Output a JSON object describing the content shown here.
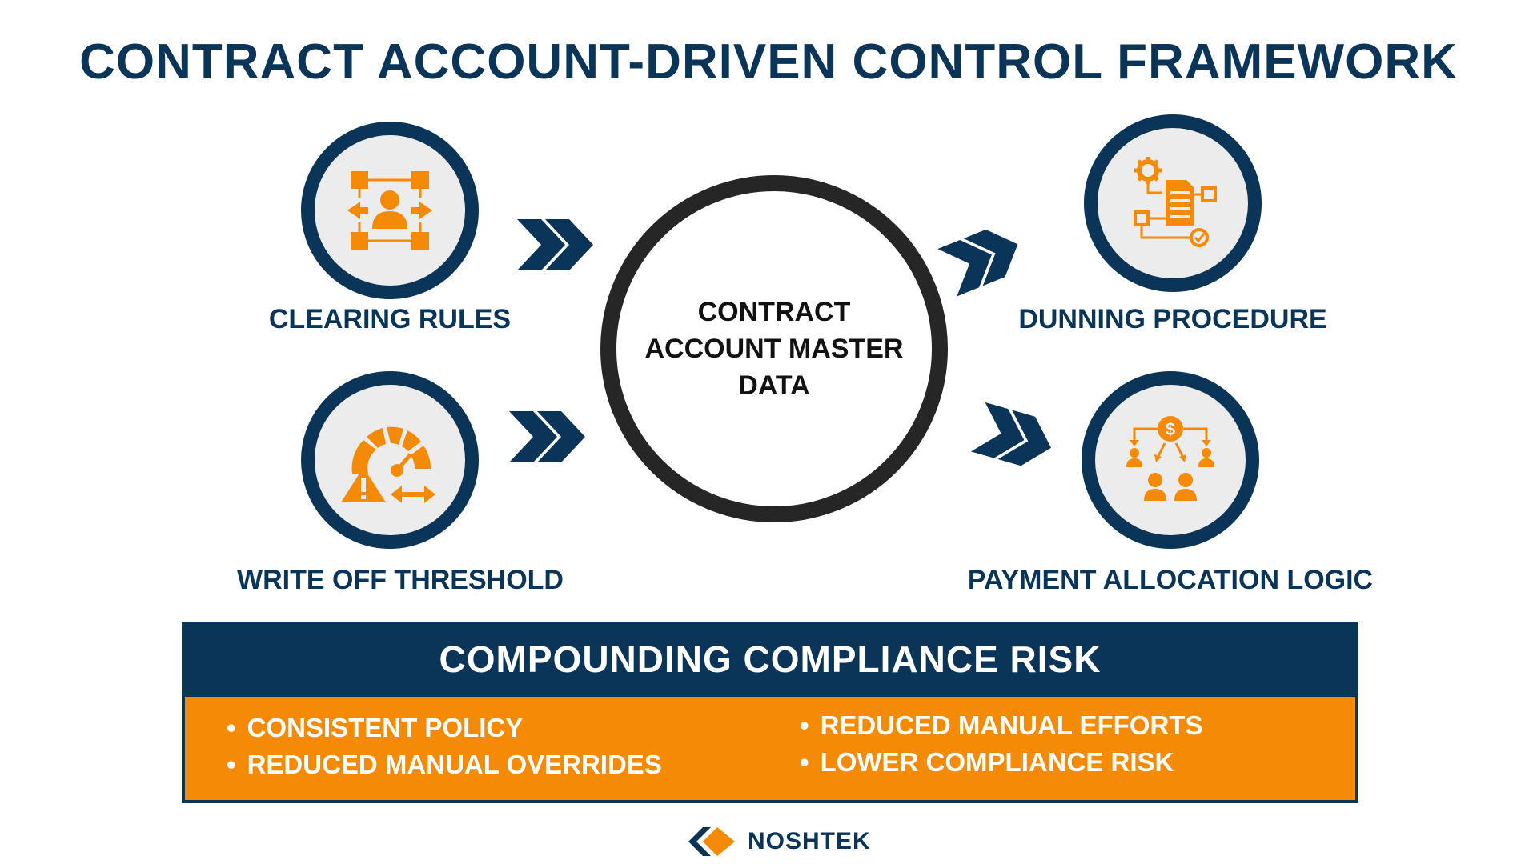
{
  "title": "CONTRACT ACCOUNT-DRIVEN CONTROL FRAMEWORK",
  "center": {
    "line1": "CONTRACT",
    "line2": "ACCOUNT MASTER",
    "line3": "DATA"
  },
  "nodes": [
    {
      "label": "CLEARING RULES",
      "icon": "user-flow-icon"
    },
    {
      "label": "WRITE OFF THRESHOLD",
      "icon": "gauge-warning-icon"
    },
    {
      "label": "DUNNING PROCEDURE",
      "icon": "document-workflow-icon"
    },
    {
      "label": "PAYMENT ALLOCATION LOGIC",
      "icon": "payment-distribution-icon"
    }
  ],
  "risk": {
    "header": "COMPOUNDING COMPLIANCE RISK",
    "bullets_left": [
      "CONSISTENT POLICY",
      "REDUCED MANUAL OVERRIDES"
    ],
    "bullets_right": [
      "REDUCED MANUAL EFFORTS",
      "LOWER COMPLIANCE RISK"
    ],
    "bullet_symbol": "•"
  },
  "brand": {
    "name": "NOSHTEK"
  },
  "colors": {
    "navy": "#0b3558",
    "orange": "#f58a07",
    "circle_fill": "#ececec",
    "center_ring": "#262626"
  }
}
